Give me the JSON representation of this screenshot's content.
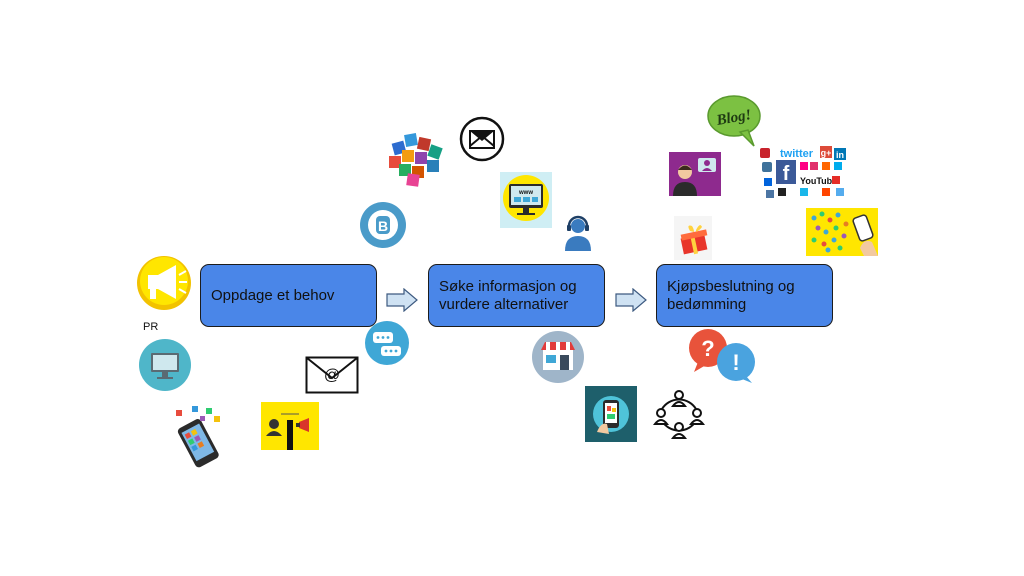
{
  "stages": [
    {
      "label": "Oppdage et behov"
    },
    {
      "label": "Søke informasjon og vurdere alternativer"
    },
    {
      "label": "Kjøpsbeslutning og bedømming"
    }
  ],
  "labels": {
    "pr": "PR",
    "blog": "Blog!",
    "www": "www",
    "twitter": "twitter",
    "youtube": "YouTube"
  },
  "icons": [
    "megaphone-icon",
    "monitor-icon",
    "smartphone-apps-icon",
    "presenter-icon",
    "email-at-icon",
    "chat-bubbles-icon",
    "blogger-icon",
    "app-cubes-icon",
    "envelope-circle-icon",
    "website-monitor-icon",
    "customer-support-icon",
    "store-icon",
    "phone-shopping-icon",
    "people-network-icon",
    "question-exclamation-icon",
    "gift-icon",
    "video-person-icon",
    "blog-bubble-icon",
    "social-media-logos-icon",
    "social-network-phone-icon"
  ],
  "colors": {
    "box": "#4a86e8",
    "arrow": "#cfe2f3",
    "yellow": "#ffe600",
    "teal": "#4fb6c9"
  }
}
